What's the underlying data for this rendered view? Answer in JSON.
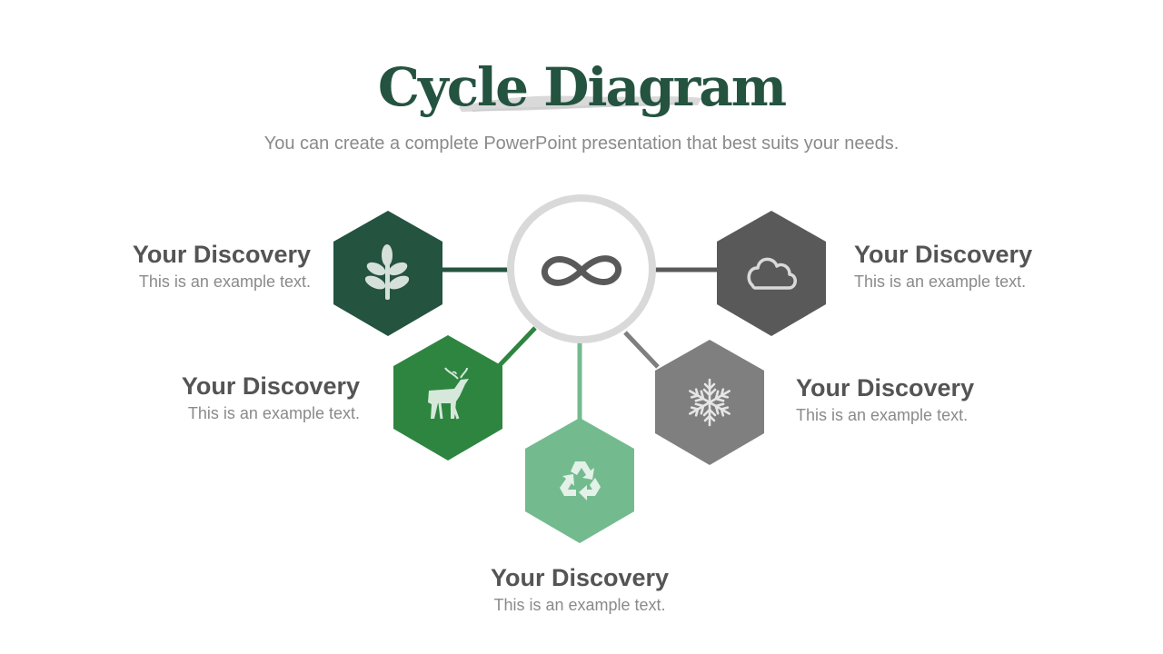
{
  "slide": {
    "title": "Cycle Diagram",
    "subtitle": "You can create a complete PowerPoint presentation that best suits your needs."
  },
  "center": {
    "icon": "infinity-icon",
    "ring_color": "#d9d9d9",
    "icon_color": "#595959"
  },
  "nodes": [
    {
      "id": "top-left",
      "icon": "plant-icon",
      "color": "#245340",
      "heading": "Your Discovery",
      "text": "This is an example text."
    },
    {
      "id": "mid-left",
      "icon": "deer-icon",
      "color": "#2e8540",
      "heading": "Your Discovery",
      "text": "This is an example text."
    },
    {
      "id": "bottom",
      "icon": "recycle-icon",
      "color": "#73bb8e",
      "heading": "Your Discovery",
      "text": "This is an example text."
    },
    {
      "id": "mid-right",
      "icon": "snowflake-icon",
      "color": "#7f7f7f",
      "heading": "Your Discovery",
      "text": "This is an example text."
    },
    {
      "id": "top-right",
      "icon": "cloud-icon",
      "color": "#595959",
      "heading": "Your Discovery",
      "text": "This is an example text."
    }
  ]
}
